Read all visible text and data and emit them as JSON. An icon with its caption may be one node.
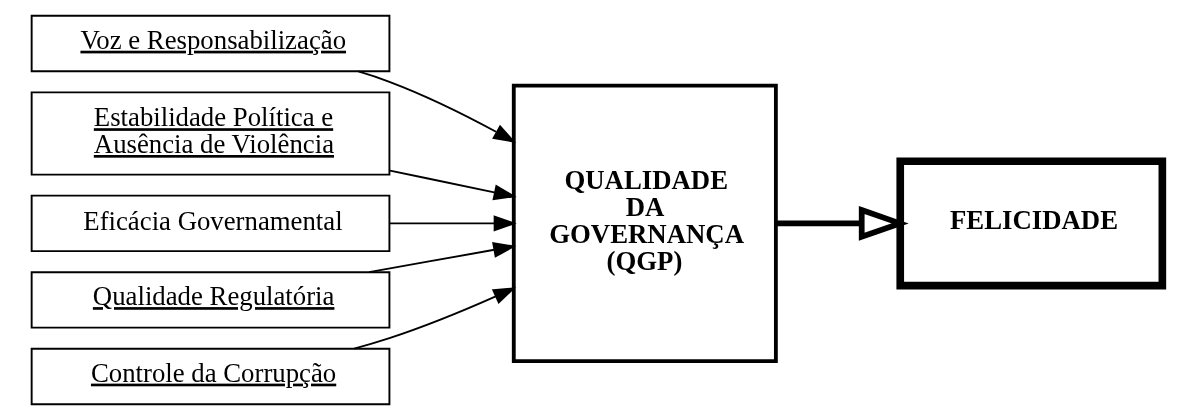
{
  "diagram": {
    "nodes": [
      {
        "text": [
          "Voz e Responsabilização"
        ]
      },
      {
        "text": [
          "Estabilidade Política e Ausência de Violência"
        ]
      },
      {
        "text": [
          "Eficácia Governamental"
        ]
      },
      {
        "text": [
          "Qualidade Regulatória"
        ]
      },
      {
        "text": [
          "Controle da Corrupção"
        ]
      },
      {
        "text": [
          "QUALIDADE DA GOVERNANÇA (QGP)"
        ]
      },
      {
        "text": [
          "FELICIDADE"
        ]
      }
    ],
    "edges": [
      {
        "from": 0,
        "to": 5,
        "arrow": "to"
      },
      {
        "from": 1,
        "to": 5,
        "arrow": "to"
      },
      {
        "from": 2,
        "to": 5,
        "arrow": "to"
      },
      {
        "from": 3,
        "to": 5,
        "arrow": "to"
      },
      {
        "from": 4,
        "to": 5,
        "arrow": "to"
      },
      {
        "from": 5,
        "to": 6,
        "arrow": "to",
        "style": "thick"
      }
    ]
  }
}
